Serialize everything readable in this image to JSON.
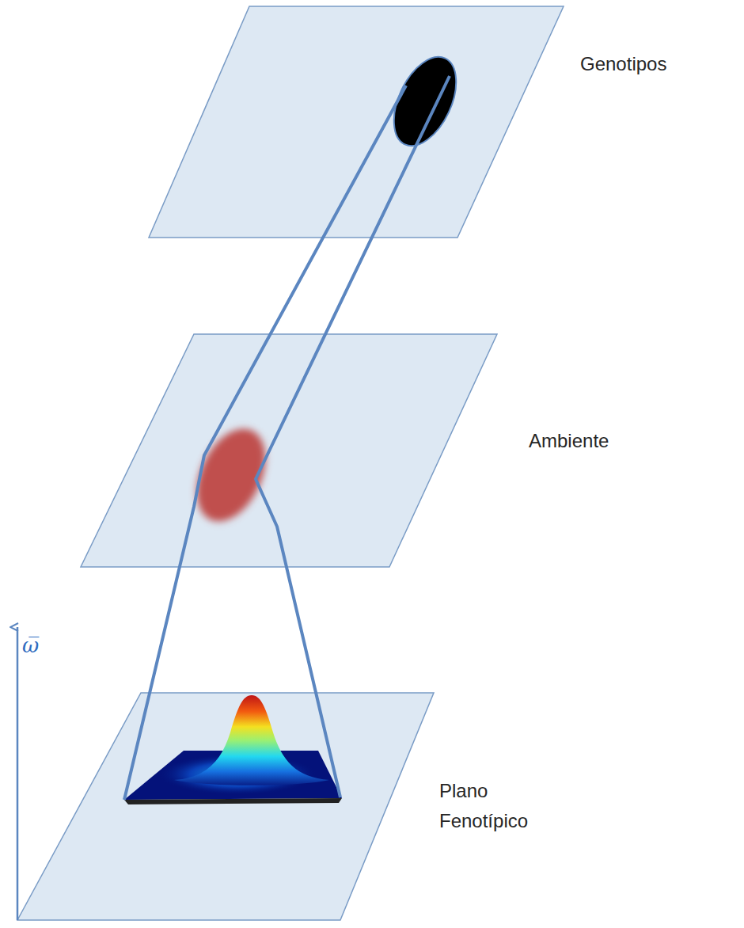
{
  "diagram": {
    "labels": [
      "Genotipos",
      "Ambiente",
      "Plano Fenotípico",
      "ω̅"
    ]
  }
}
